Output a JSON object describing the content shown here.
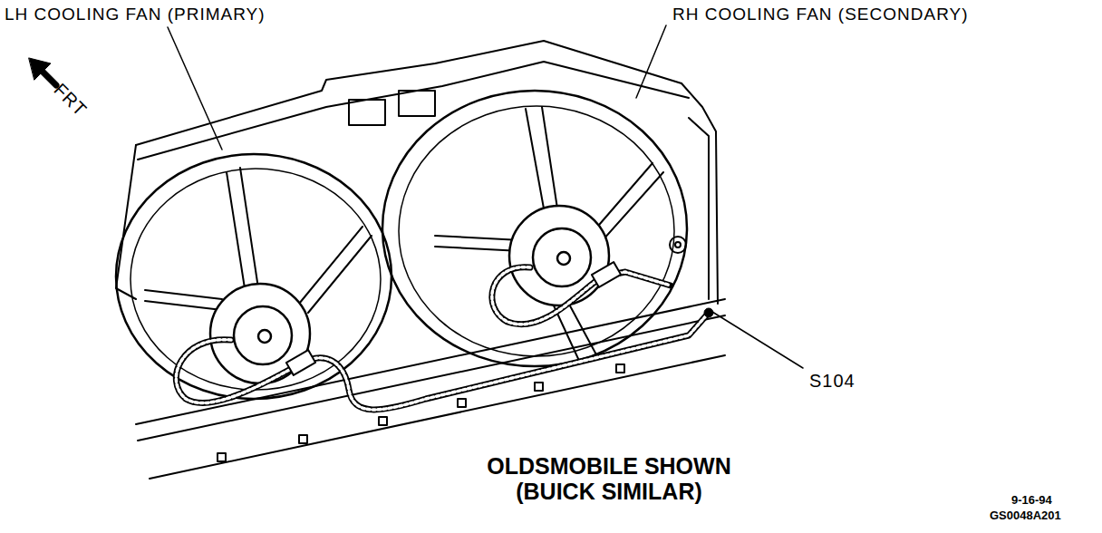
{
  "diagram": {
    "caption": "OLDSMOBILE SHOWN (BUICK SIMILAR)",
    "labels": [
      "LH COOLING FAN (PRIMARY)",
      "RH COOLING FAN (SECONDARY)",
      "FRT",
      "S104",
      "9-16-94",
      "GS0048A201"
    ]
  }
}
